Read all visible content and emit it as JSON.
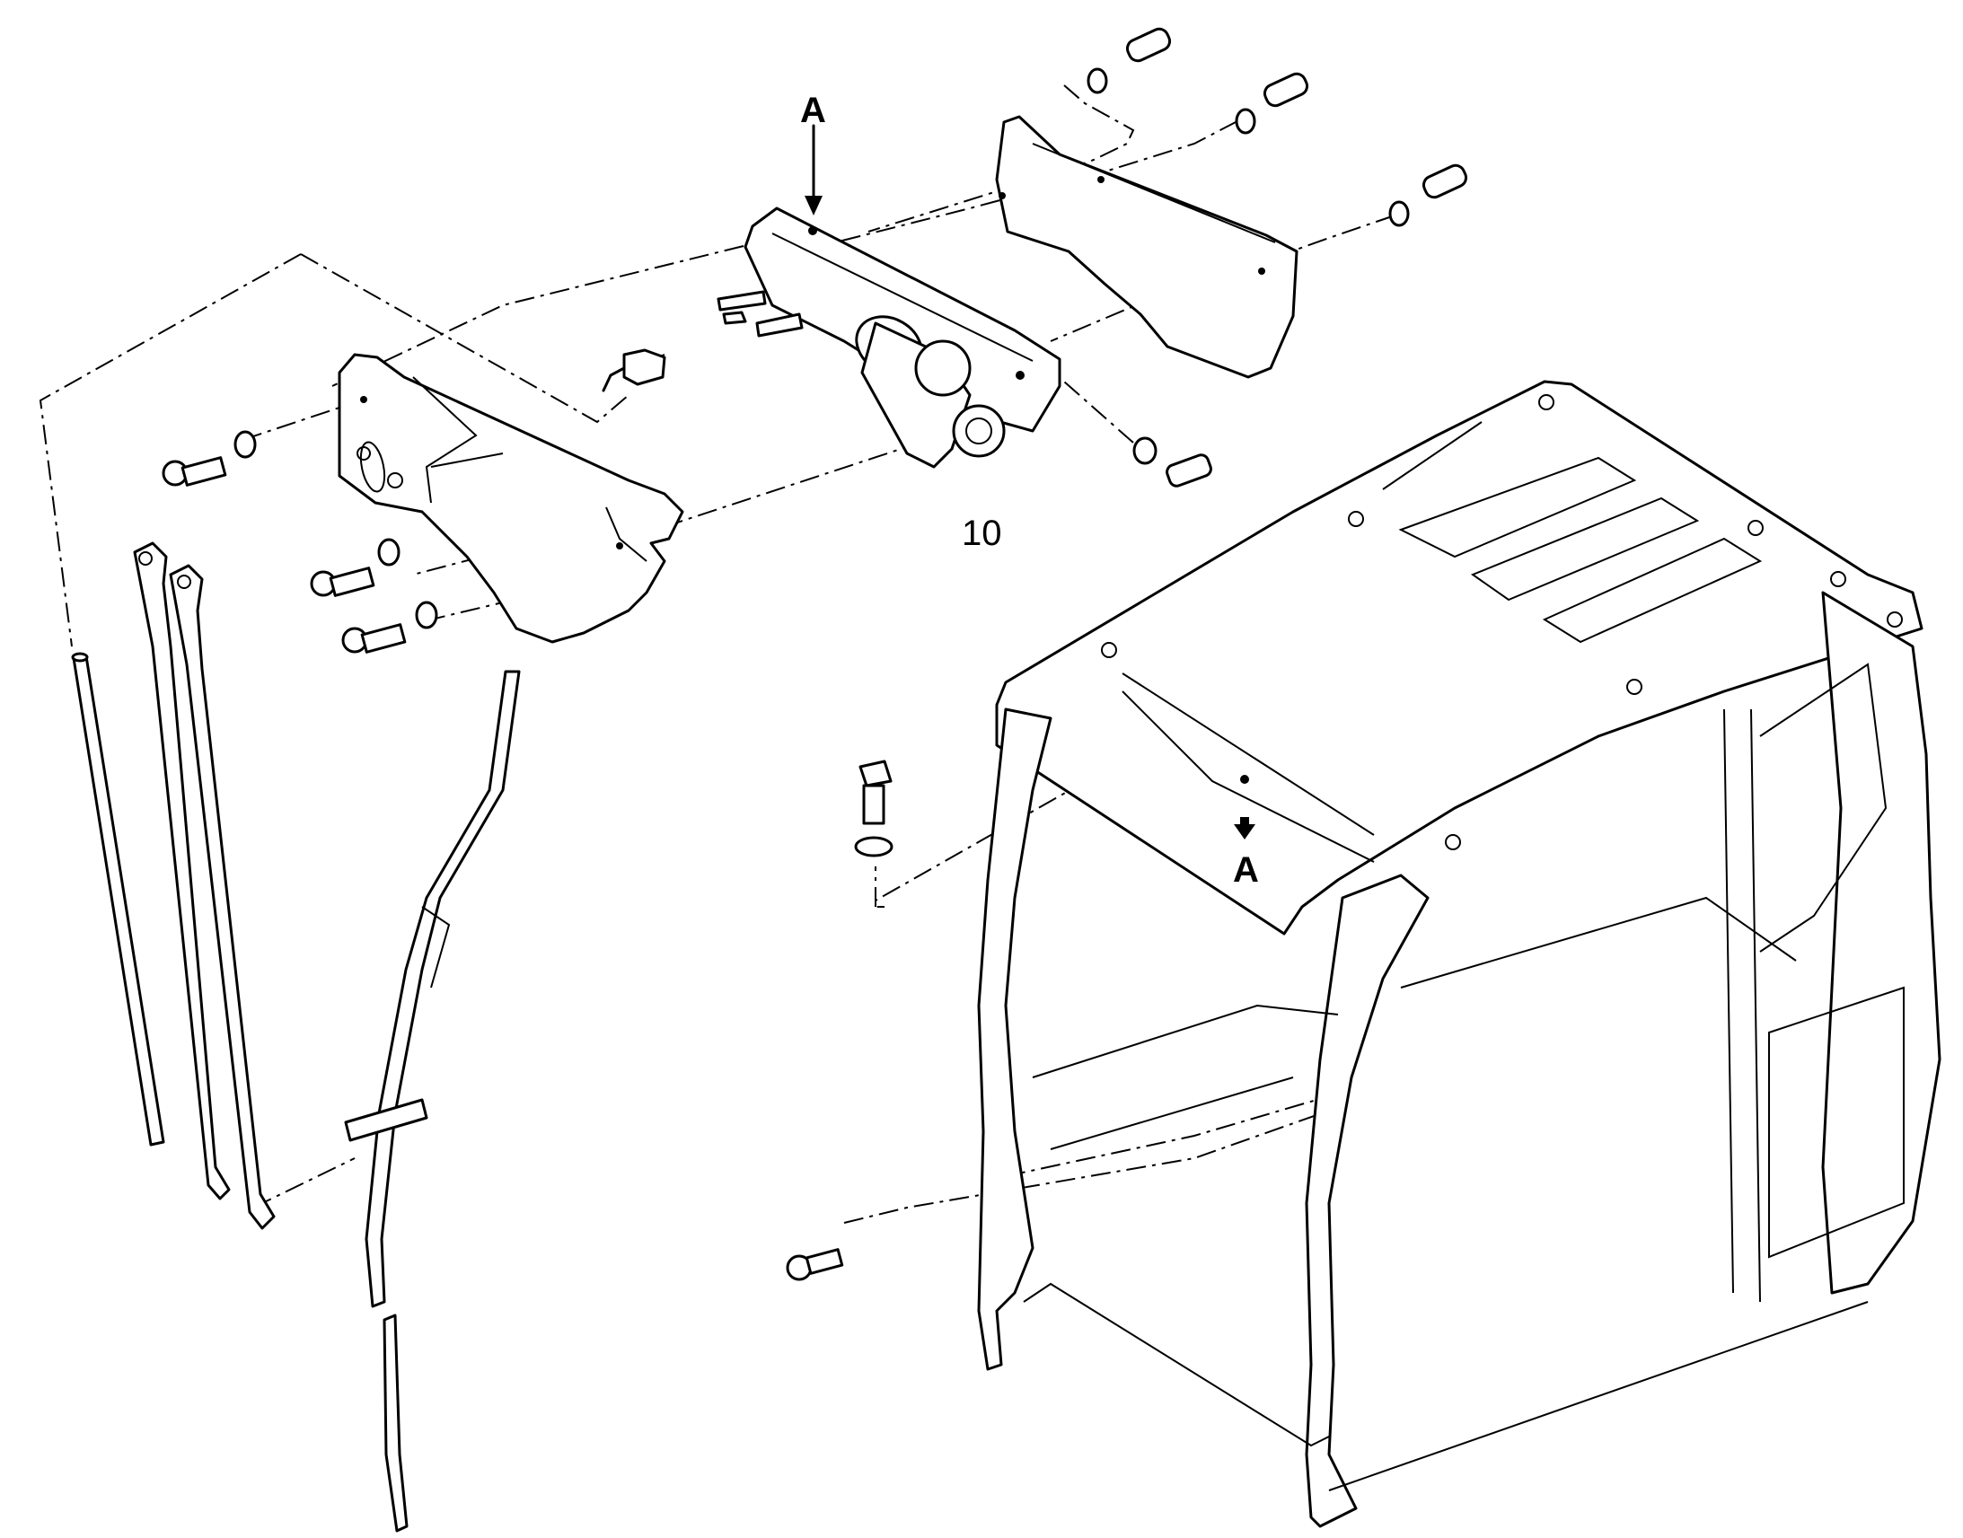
{
  "diagram": {
    "callouts": {
      "section_top": "A",
      "section_bottom": "A",
      "item_number": "10"
    },
    "parts": [
      "cab-frame",
      "wiper-motor-bracket",
      "wiper-motor",
      "rear-cover-plate",
      "front-cover",
      "washer-nozzle",
      "wiper-arm",
      "wiper-blade",
      "wiper-rod",
      "bolts",
      "washers"
    ]
  }
}
